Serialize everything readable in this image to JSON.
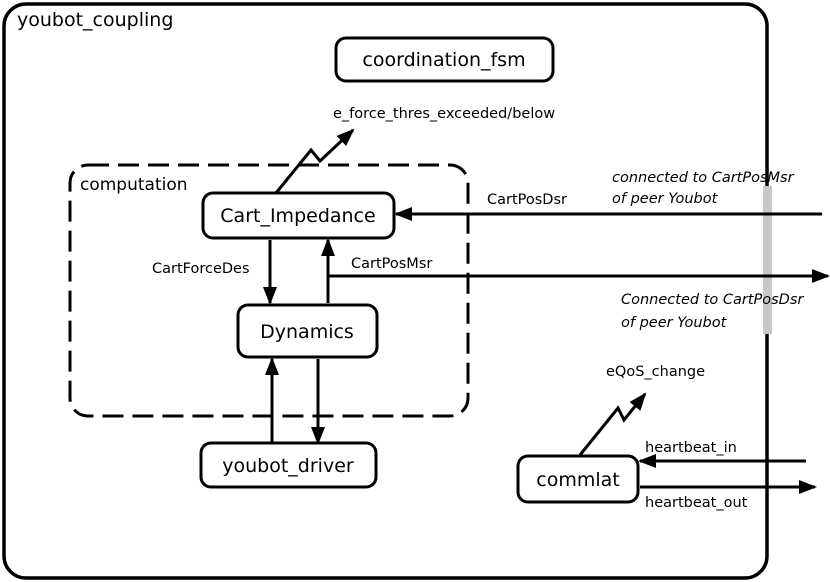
{
  "outer": {
    "title": "youbot_coupling"
  },
  "computation": {
    "title": "computation"
  },
  "components": {
    "coordination_fsm": "coordination_fsm",
    "cart_impedance": "Cart_Impedance",
    "dynamics": "Dynamics",
    "youbot_driver": "youbot_driver",
    "commlat": "commlat"
  },
  "events": {
    "force_threshold": "e_force_thres_exceeded/below",
    "qos_change": "eQoS_change"
  },
  "ports": {
    "cart_pos_dsr": "CartPosDsr",
    "cart_pos_msr": "CartPosMsr",
    "cart_force_des": "CartForceDes",
    "heartbeat_in": "heartbeat_in",
    "heartbeat_out": "heartbeat_out"
  },
  "notes": {
    "in_line1": "connected to CartPosMsr",
    "in_line2": "of peer Youbot",
    "out_line1": "Connected to CartPosDsr",
    "out_line2": "of peer Youbot"
  }
}
